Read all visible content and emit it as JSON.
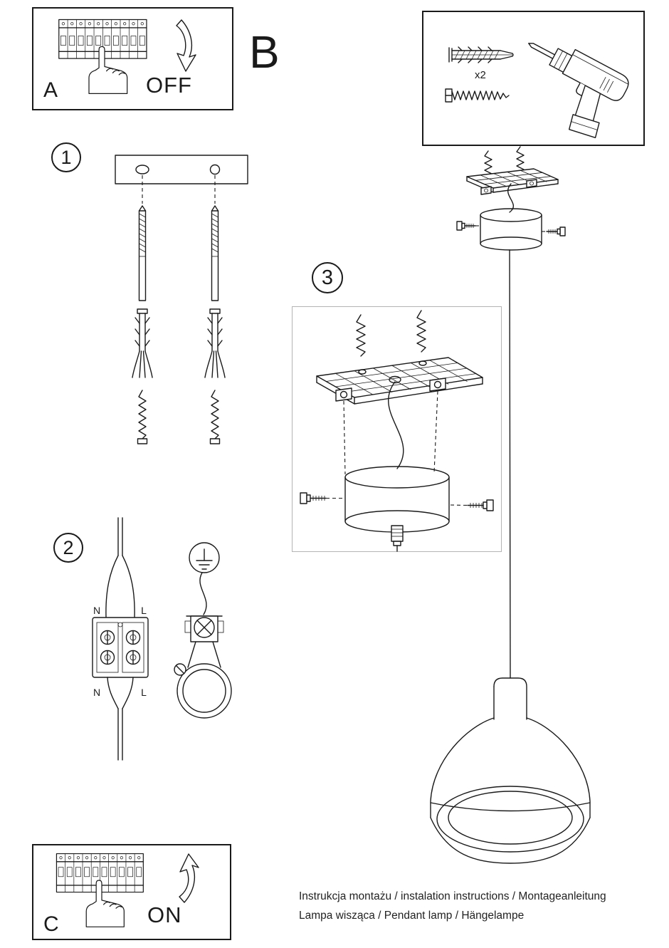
{
  "page": {
    "background": "#ffffff",
    "line_color": "#1a1a1a"
  },
  "panel_a": {
    "label": "A",
    "switch_state": "OFF"
  },
  "panel_b": {
    "label": "B"
  },
  "panel_c": {
    "label": "C",
    "switch_state": "ON"
  },
  "hardware_box": {
    "anchor_quantity": "x2"
  },
  "steps": {
    "one": {
      "number": "1"
    },
    "two": {
      "number": "2",
      "terminal_labels": {
        "n_top": "N",
        "l_top": "L",
        "n_bottom": "N",
        "l_bottom": "L"
      }
    },
    "three": {
      "number": "3"
    }
  },
  "footer": {
    "line1": "Instrukcja montażu / instalation instructions / Montageanleitung",
    "line2": "Lampa wisząca / Pendant lamp / Hängelampe"
  }
}
